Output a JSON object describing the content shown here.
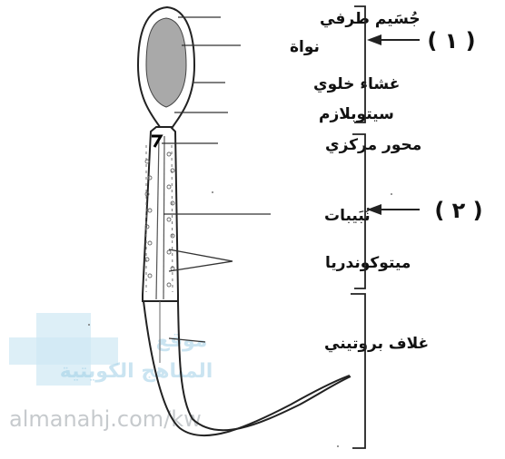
{
  "labels": {
    "acrosome": "جُسَيم طرفي",
    "nucleus": "نواة",
    "cell_membrane": "غشاء خلوي",
    "cytoplasm": "سيتوبلازم",
    "centriole": "محور مركزي",
    "microtubules": "نُبَيبات",
    "mitochondria": "ميتوكوندريا",
    "protein_sheath": "غلاف بروتيني"
  },
  "regions": {
    "region_1": "( ١ )",
    "region_2": "( ٢ )"
  },
  "watermark": {
    "line1": "موقع",
    "line2": "المناهج الكويتية",
    "url": "almanahj.com/kw"
  }
}
